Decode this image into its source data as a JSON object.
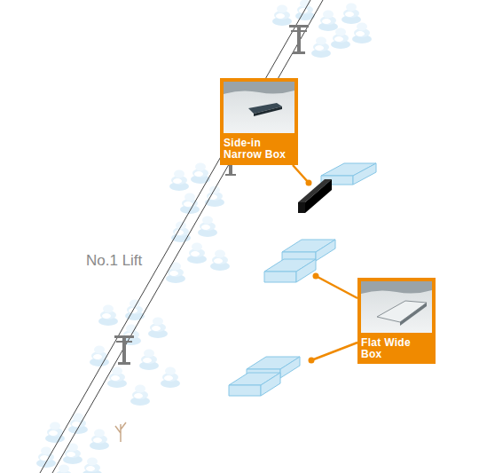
{
  "diagram": {
    "nodes": [
      {
        "text": [
          "Side-in Narrow Box"
        ]
      },
      {
        "text": [
          "Flat Wide Box"
        ]
      }
    ],
    "labels": [
      "No.1 Lift"
    ]
  }
}
